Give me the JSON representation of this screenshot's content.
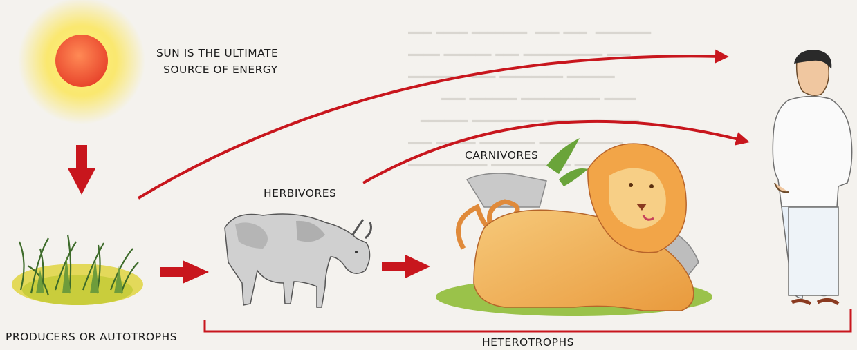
{
  "labels": {
    "sun": [
      "SUN IS THE ULTIMATE",
      "SOURCE OF ENERGY"
    ],
    "producers": "PRODUCERS OR AUTOTROPHS",
    "herbivores": "HERBIVORES",
    "carnivores": "CARNIVORES",
    "heterotrophs": "HETEROTROPHS"
  },
  "colors": {
    "arrow": "#c8161d",
    "sun_core": "#f0623a",
    "sun_glow": "#fbe65a",
    "background": "#f4f2ee"
  },
  "icons": [
    "sun-icon",
    "grass-icon",
    "goat-icon",
    "lion-icon",
    "man-icon"
  ]
}
